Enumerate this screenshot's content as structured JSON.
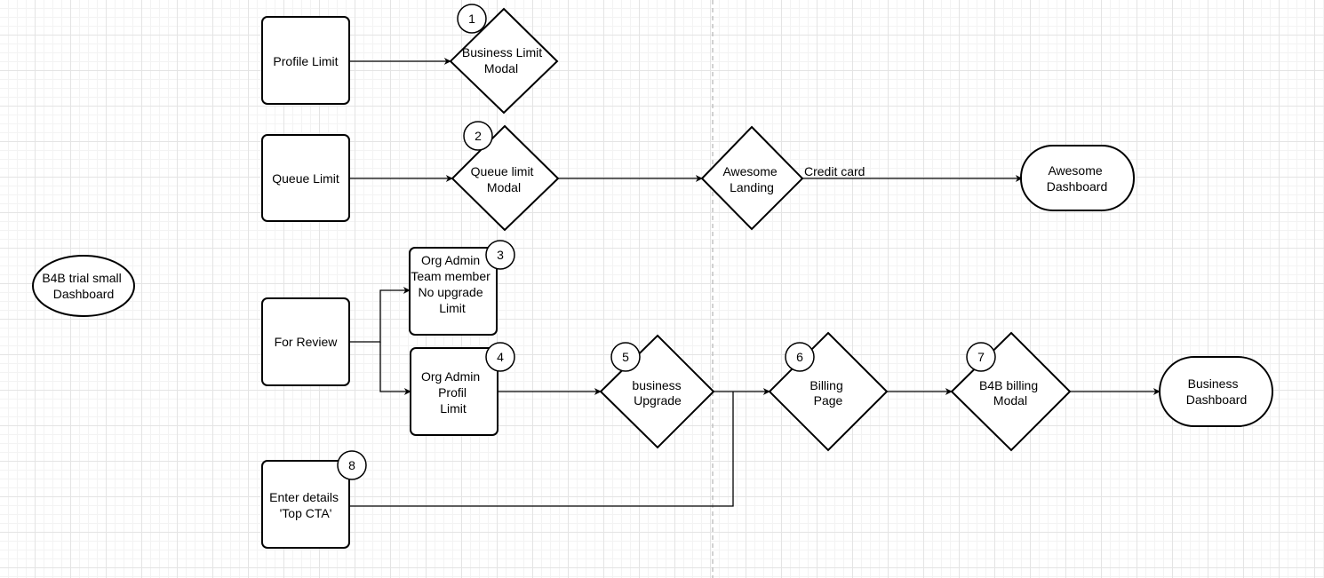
{
  "diagram": {
    "nodes": {
      "b4b_trial": {
        "lines": [
          "B4B trial small",
          "Dashboard"
        ]
      },
      "profile_limit": {
        "lines": [
          "Profile Limit"
        ]
      },
      "queue_limit": {
        "lines": [
          "Queue Limit"
        ]
      },
      "for_review": {
        "lines": [
          "For Review"
        ]
      },
      "enter_details": {
        "lines": [
          "Enter details",
          "'Top CTA'"
        ]
      },
      "business_limit_modal": {
        "lines": [
          "Business Limit",
          "Modal"
        ],
        "badge": "1"
      },
      "queue_limit_modal": {
        "lines": [
          "Queue limit",
          "Modal"
        ],
        "badge": "2"
      },
      "org_admin_team": {
        "lines": [
          "Org Admin",
          "Team member",
          "No upgrade",
          "Limit"
        ],
        "badge": "3"
      },
      "org_admin_profil": {
        "lines": [
          "Org Admin",
          "Profil",
          "Limit"
        ],
        "badge": "4"
      },
      "business_upgrade": {
        "lines": [
          "business",
          "Upgrade"
        ],
        "badge": "5"
      },
      "billing_page": {
        "lines": [
          "Billing",
          "Page"
        ],
        "badge": "6"
      },
      "b4b_billing_modal": {
        "lines": [
          "B4B billing",
          "Modal"
        ],
        "badge": "7"
      },
      "awesome_landing": {
        "lines": [
          "Awesome",
          "Landing"
        ]
      },
      "awesome_dashboard": {
        "lines": [
          "Awesome",
          "Dashboard"
        ]
      },
      "business_dashboard": {
        "lines": [
          "Business",
          "Dashboard"
        ]
      }
    },
    "enter_details_badge": "8",
    "edge_labels": {
      "credit_card": "Credit card"
    }
  }
}
